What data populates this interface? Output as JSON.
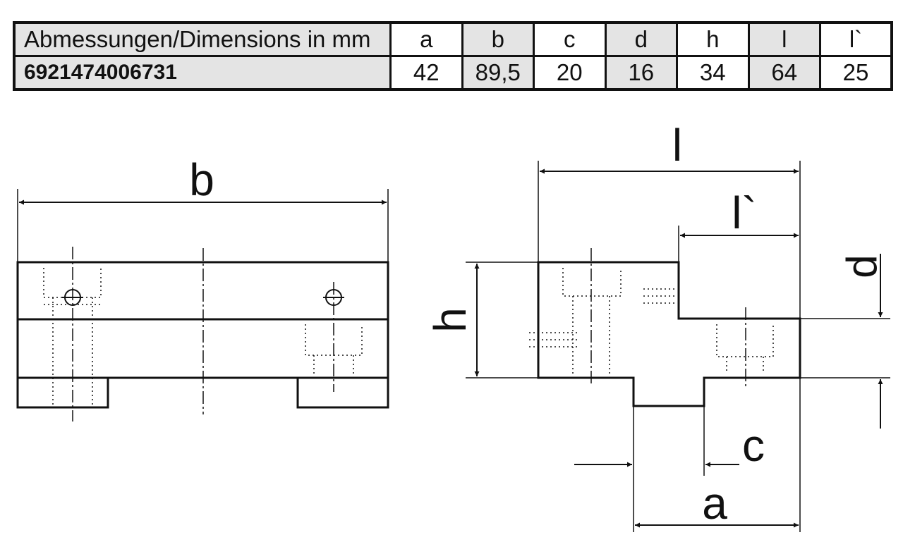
{
  "table": {
    "header": {
      "title": "Abmessungen/Dimensions in mm",
      "columns": [
        "a",
        "b",
        "c",
        "d",
        "h",
        "l",
        "l`"
      ]
    },
    "row": {
      "article": "6921474006731",
      "values": [
        "42",
        "89,5",
        "20",
        "16",
        "34",
        "64",
        "25"
      ]
    }
  },
  "drawing": {
    "labels": {
      "b": "b",
      "l": "l",
      "l_prime": "l`",
      "h": "h",
      "d": "d",
      "c": "c",
      "a": "a"
    }
  }
}
